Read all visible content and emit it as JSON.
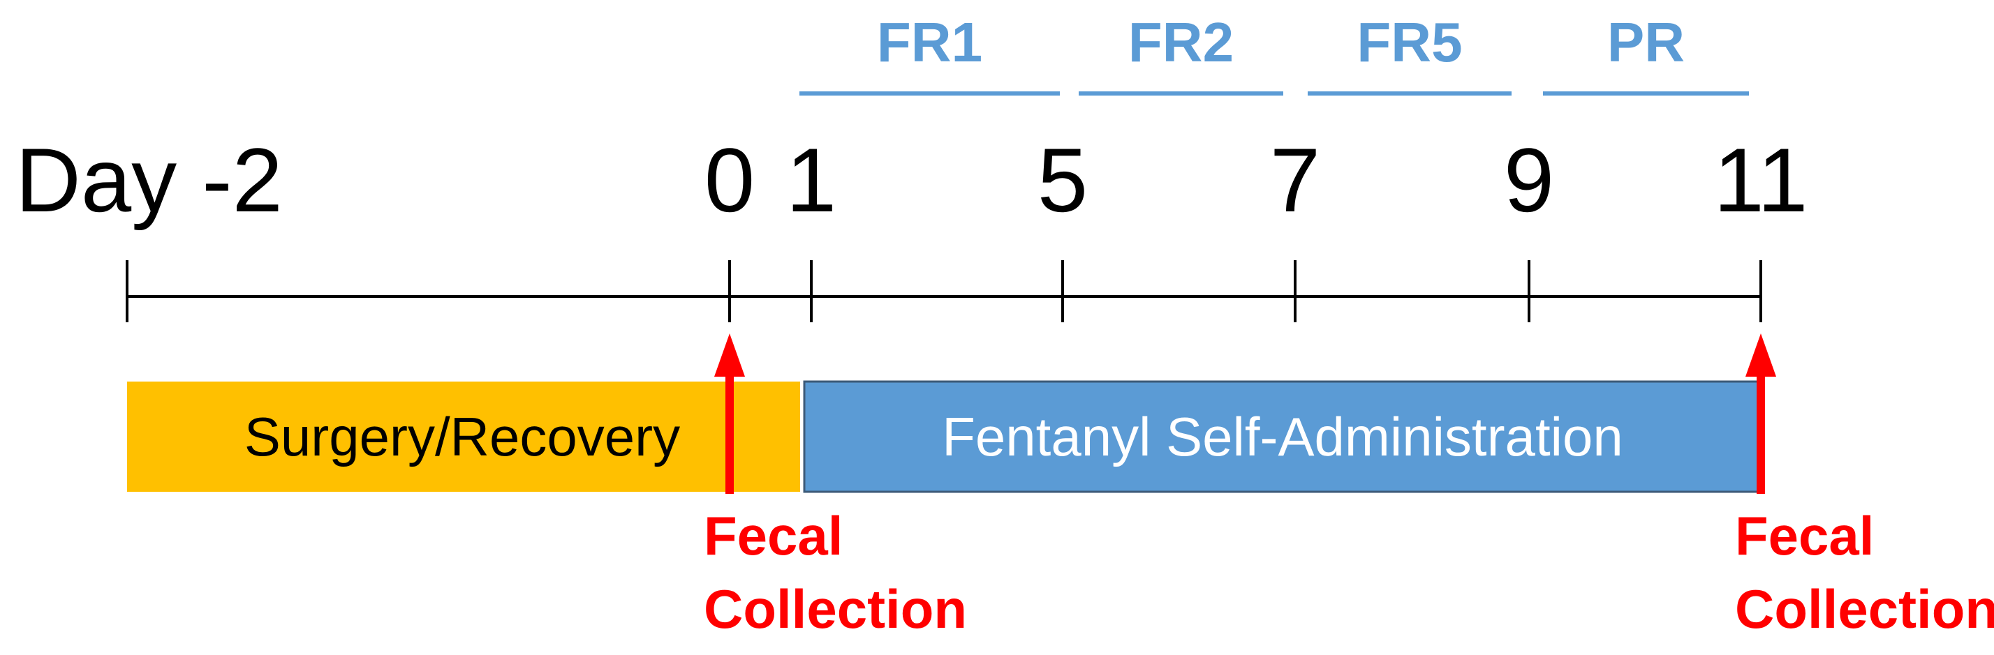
{
  "colors": {
    "phase": "#5b9bd5",
    "axis": "#000000",
    "surgery_bar": "#ffc000",
    "surgery_text": "#000000",
    "fentanyl_bar": "#5b9bd5",
    "fentanyl_border": "#3c5a78",
    "fentanyl_text": "#ffffff",
    "fecal": "#ff0000"
  },
  "phases": [
    {
      "label": "FR1",
      "from_day": 1,
      "to_day": 5
    },
    {
      "label": "FR2",
      "from_day": 5,
      "to_day": 7
    },
    {
      "label": "FR5",
      "from_day": 7,
      "to_day": 9
    },
    {
      "label": "PR",
      "from_day": 9,
      "to_day": 11
    }
  ],
  "day_prefix": "Day",
  "ticks": [
    {
      "day": -2,
      "label": "-2"
    },
    {
      "day": 0,
      "label": "0"
    },
    {
      "day": 1,
      "label": "1"
    },
    {
      "day": 5,
      "label": "5"
    },
    {
      "day": 7,
      "label": "7"
    },
    {
      "day": 9,
      "label": "9"
    },
    {
      "day": 11,
      "label": "11"
    }
  ],
  "bars": [
    {
      "name": "surgery",
      "label": "Surgery/Recovery",
      "from_day": -2,
      "to_day": 1
    },
    {
      "name": "fentanyl",
      "label": "Fentanyl Self-Administration",
      "from_day": 1,
      "to_day": 11
    }
  ],
  "fecal_collections": [
    {
      "day": 0,
      "line1": "Fecal",
      "line2": "Collection"
    },
    {
      "day": 11,
      "line1": "Fecal",
      "line2": "Collection"
    }
  ]
}
